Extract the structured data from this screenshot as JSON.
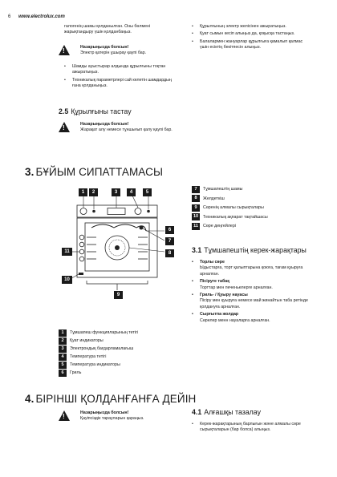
{
  "header": {
    "page_number": "6",
    "url": "www.electrolux.com"
  },
  "top_left": {
    "intro": "галогенің шамы қолданылған. Оны бөлмені жарықтандыру үшін қолданбаңыз.",
    "warning_title": "Назарыңызда болсын!",
    "warning_text": "Электр қатерін ұшырау қаупі бар.",
    "bullets": [
      "Шамды ауыстырар алдында құрылғыны тоқтан ажыратыңыз.",
      "Техникалық параметрлері сай келетін шамдардың ғана қолданыңыз."
    ]
  },
  "top_right": {
    "bullets": [
      "Құрылғының электр желісінен ажыратыңыз.",
      "Қуат сымын кесіп алыңыз да, қоқысқа тастаңыз.",
      "Балалармен жануарлар құрылғыға қамалып қалмас үшін есіктің бекітпесін алыңыз."
    ]
  },
  "section_2_5": {
    "number": "2.5",
    "title": "Құрылғыны тастау",
    "warning_title": "Назарыңызда болсын!",
    "warning_text": "Жарақат алу немесе тұншығып қалу қаупі бар."
  },
  "section_3": {
    "number": "3.",
    "title": "БҰЙЫМ СИПАТТАМАСЫ",
    "diagram_labels": [
      "1",
      "2",
      "3",
      "4",
      "5",
      "6",
      "7",
      "8",
      "9",
      "10",
      "11"
    ],
    "left_items": [
      {
        "n": "1",
        "text": "Тұмшапеш функцияларының тетігі"
      },
      {
        "n": "2",
        "text": "Қуат индикаторы"
      },
      {
        "n": "3",
        "text": "Электрондық бағдарламалағыш"
      },
      {
        "n": "4",
        "text": "Температура тетігі"
      },
      {
        "n": "5",
        "text": "Температура индикаторы"
      },
      {
        "n": "6",
        "text": "Гриль"
      }
    ],
    "right_items": [
      {
        "n": "7",
        "text": "Тұмшапештің шамы"
      },
      {
        "n": "8",
        "text": "Желдеткіш"
      },
      {
        "n": "9",
        "text": "Сөренің алмалы сырықталары"
      },
      {
        "n": "10",
        "text": "Техникалық ақпарат тақтайшасы"
      },
      {
        "n": "11",
        "text": "Сөре деңгейлері"
      }
    ]
  },
  "section_3_1": {
    "number": "3.1",
    "title": "Тұмшапештің керек-жарақтары",
    "items": [
      {
        "name": "Торлы сөре",
        "desc": "Ыдыстарға, торт қалыптарына қоюға, тағам қуыруға арналған."
      },
      {
        "name": "Пісіруге табақ",
        "desc": "Торттар мен печеньелерге арналған."
      },
      {
        "name": "Гриль- / Қуыру науасы",
        "desc": "Пісіру мен қуыруға немесе май жинайтын таба ретінде қолдануға арналған."
      },
      {
        "name": "Сырғытпа жолдар",
        "desc": "Сөрелер менн науаларға арналған."
      }
    ]
  },
  "section_4": {
    "number": "4.",
    "title": "БІРІНШІ ҚОЛДАНҒАНҒА ДЕЙІН",
    "warning_title": "Назарыңызда болсын!",
    "warning_text": "Қауіпсіздік тарауларын қараңыз."
  },
  "section_4_1": {
    "number": "4.1",
    "title": "Алғашқы тазалау",
    "bullet": "Керек-жарақтарының барлығын және алмалы сөре сырықталарын (бар болса) алыңыз."
  }
}
